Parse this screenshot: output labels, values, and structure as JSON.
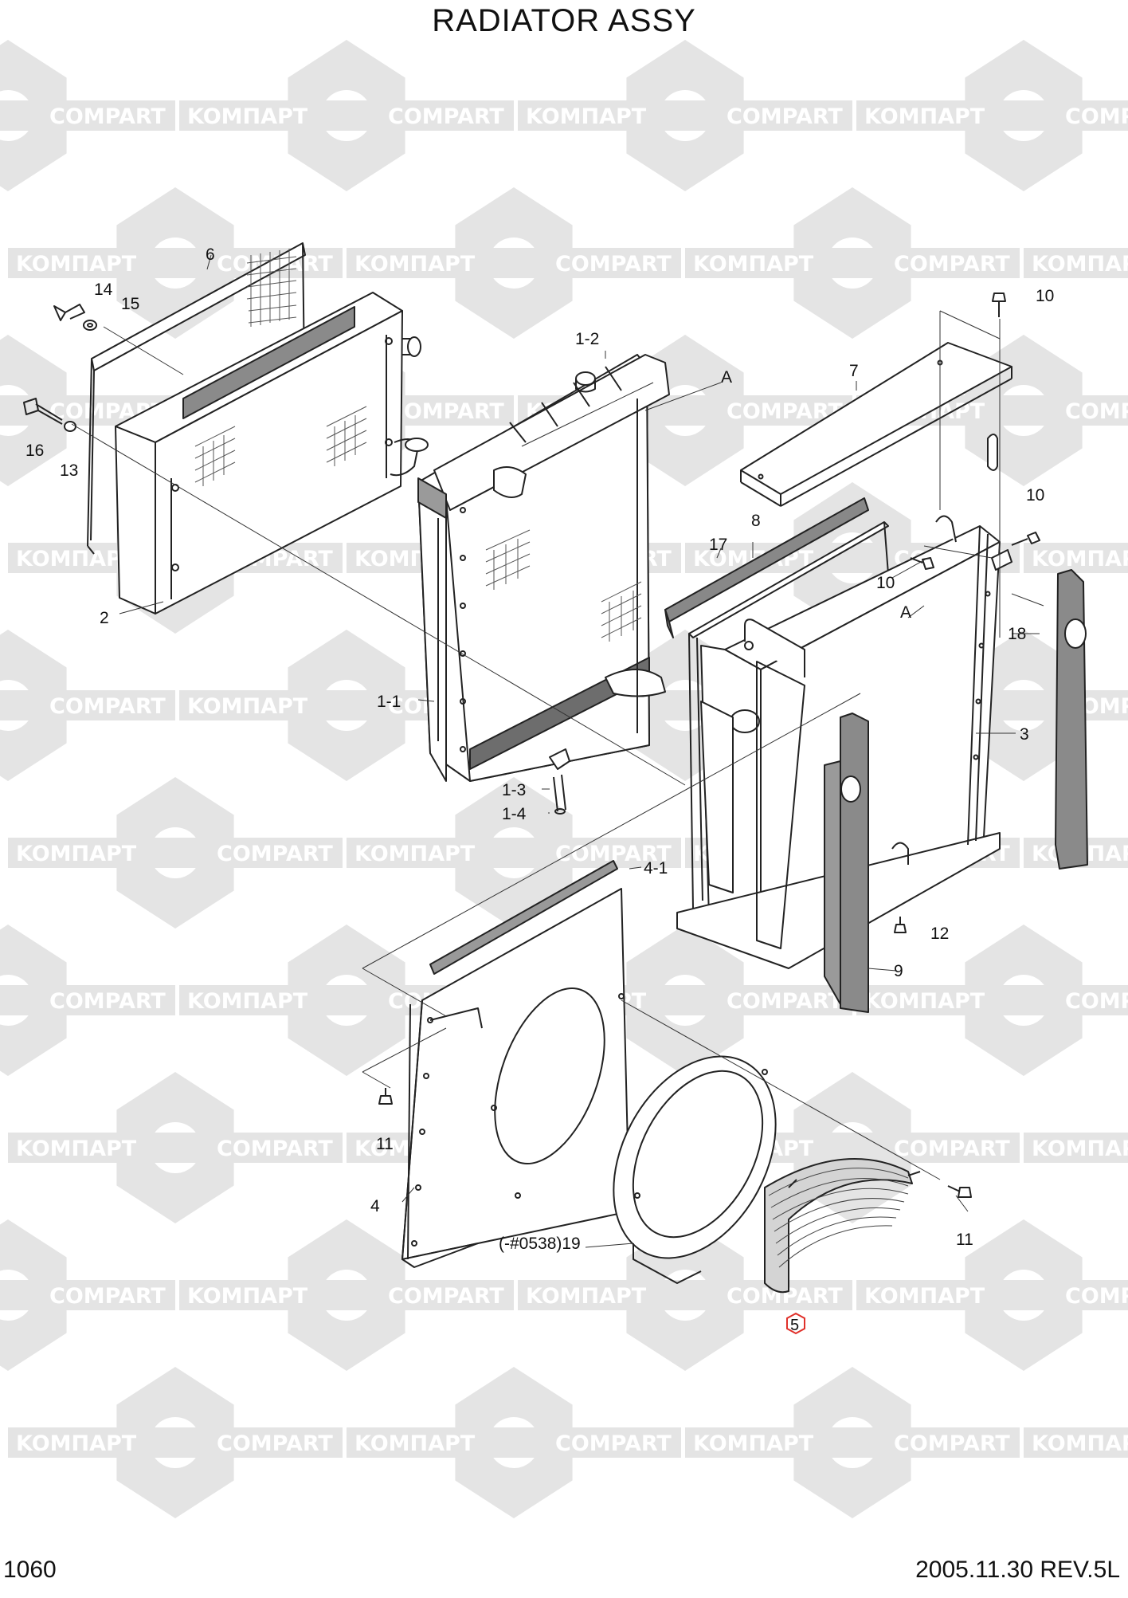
{
  "title": "RADIATOR ASSY",
  "page_number": "1060",
  "footer": "2005.11.30  REV.5L",
  "watermark": {
    "text_left": "KOMПАРТ",
    "text_right": "COMPART",
    "color": "#e4e4e4"
  },
  "highlight_color": "#e0302a",
  "callouts": {
    "c1_1": "1-1",
    "c1_2": "1-2",
    "c1_3": "1-3",
    "c1_4": "1-4",
    "c2": "2",
    "c3": "3",
    "c4": "4",
    "c4_1": "4-1",
    "c5": "5",
    "c6": "6",
    "c7": "7",
    "c8": "8",
    "c9": "9",
    "c10a": "10",
    "c10b": "10",
    "c10c": "10",
    "c11a": "11",
    "c11b": "11",
    "c12": "12",
    "c13": "13",
    "c14": "14",
    "c15": "15",
    "c16": "16",
    "c17": "17",
    "c18": "18",
    "c19": "(-#0538)19",
    "cA1": "A",
    "cA2": "A"
  }
}
